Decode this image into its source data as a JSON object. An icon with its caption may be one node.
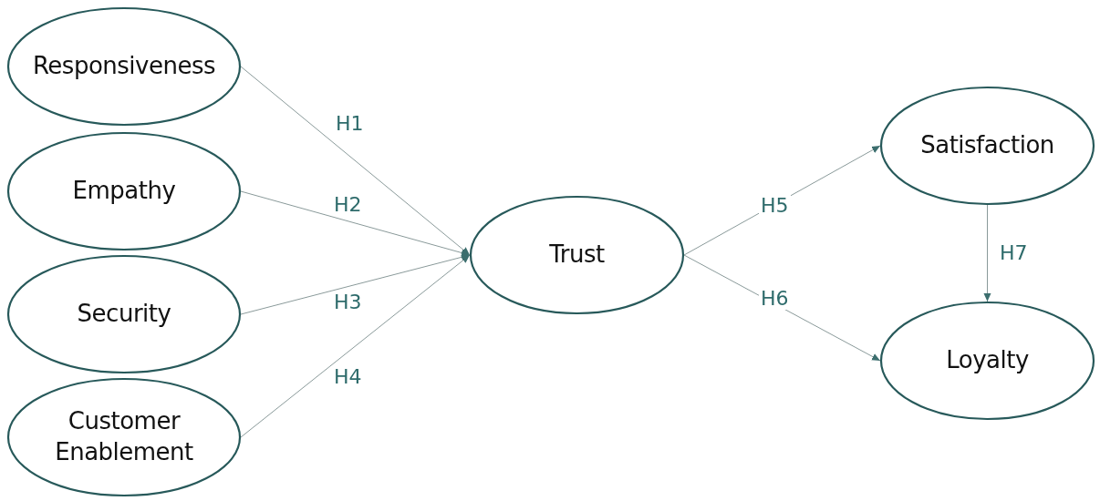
{
  "diagram": {
    "nodes": [
      {
        "text": [
          "Responsiveness"
        ]
      },
      {
        "text": [
          "Empathy"
        ]
      },
      {
        "text": [
          "Security"
        ]
      },
      {
        "text": [
          "Customer Enablement"
        ]
      },
      {
        "text": [
          "Trust"
        ]
      },
      {
        "text": [
          "Satisfaction"
        ]
      },
      {
        "text": [
          "Loyalty"
        ]
      }
    ],
    "edges": [
      {
        "from": 0,
        "to": 4,
        "arrow": "to",
        "label": "H1"
      },
      {
        "from": 1,
        "to": 4,
        "arrow": "to",
        "label": "H2"
      },
      {
        "from": 2,
        "to": 4,
        "arrow": "to",
        "label": "H3"
      },
      {
        "from": 3,
        "to": 4,
        "arrow": "to",
        "label": "H4"
      },
      {
        "from": 4,
        "to": 5,
        "arrow": "to",
        "label": "H5"
      },
      {
        "from": 4,
        "to": 6,
        "arrow": "to",
        "label": "H6"
      },
      {
        "from": 5,
        "to": 6,
        "arrow": "to",
        "label": "H7"
      }
    ]
  }
}
